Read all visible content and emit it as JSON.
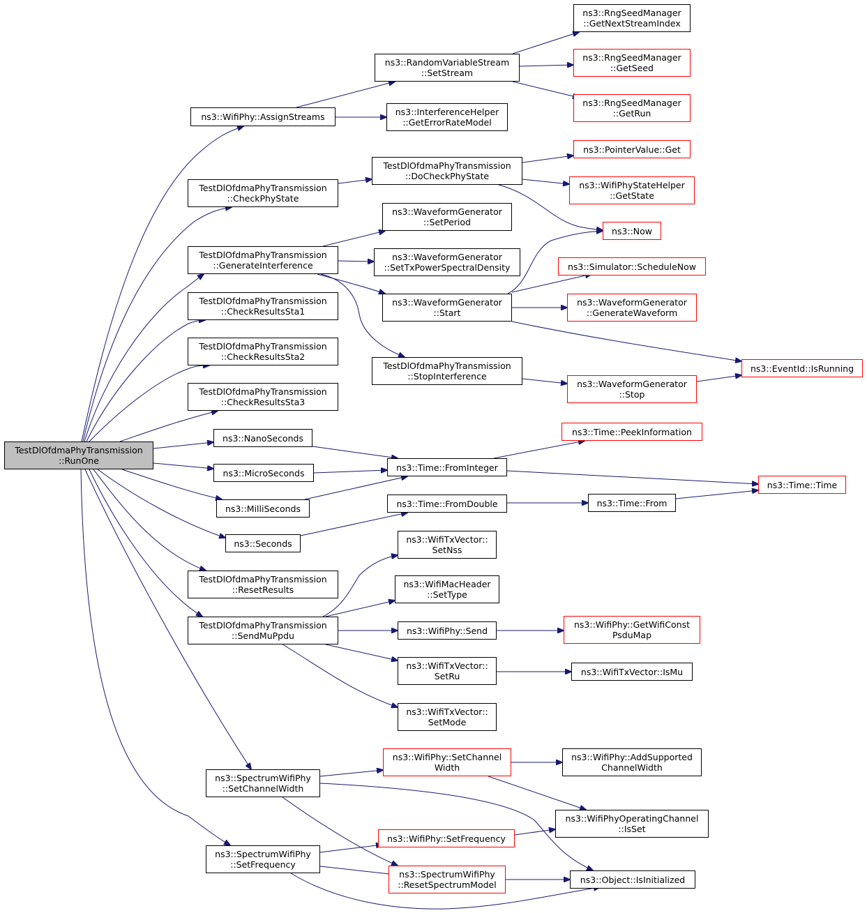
{
  "colors": {
    "edge": "#191970",
    "node_border": "#000000",
    "external_border": "#ff0000",
    "root_fill": "#bfbfbf"
  },
  "nodes": [
    {
      "id": "runone",
      "l1": "TestDlOfdmaPhyTransmission",
      "l2": "::RunOne",
      "style": "root"
    },
    {
      "id": "assignstreams",
      "l1": "ns3::WifiPhy::AssignStreams",
      "l2": "",
      "style": "black"
    },
    {
      "id": "checkphystate",
      "l1": "TestDlOfdmaPhyTransmission",
      "l2": "::CheckPhyState",
      "style": "black"
    },
    {
      "id": "generateinterference",
      "l1": "TestDlOfdmaPhyTransmission",
      "l2": "::GenerateInterference",
      "style": "black"
    },
    {
      "id": "checkresultssta1",
      "l1": "TestDlOfdmaPhyTransmission",
      "l2": "::CheckResultsSta1",
      "style": "black"
    },
    {
      "id": "checkresultssta2",
      "l1": "TestDlOfdmaPhyTransmission",
      "l2": "::CheckResultsSta2",
      "style": "black"
    },
    {
      "id": "checkresultssta3",
      "l1": "TestDlOfdmaPhyTransmission",
      "l2": "::CheckResultsSta3",
      "style": "black"
    },
    {
      "id": "nanoseconds",
      "l1": "ns3::NanoSeconds",
      "l2": "",
      "style": "black"
    },
    {
      "id": "microseconds",
      "l1": "ns3::MicroSeconds",
      "l2": "",
      "style": "black"
    },
    {
      "id": "milliseconds",
      "l1": "ns3::MilliSeconds",
      "l2": "",
      "style": "black"
    },
    {
      "id": "seconds",
      "l1": "ns3::Seconds",
      "l2": "",
      "style": "black"
    },
    {
      "id": "resetresults",
      "l1": "TestDlOfdmaPhyTransmission",
      "l2": "::ResetResults",
      "style": "black"
    },
    {
      "id": "sendmuppdu",
      "l1": "TestDlOfdmaPhyTransmission",
      "l2": "::SendMuPpdu",
      "style": "black"
    },
    {
      "id": "setchannelwidth",
      "l1": "ns3::SpectrumWifiPhy",
      "l2": "::SetChannelWidth",
      "style": "black"
    },
    {
      "id": "setfrequency",
      "l1": "ns3::SpectrumWifiPhy",
      "l2": "::SetFrequency",
      "style": "black"
    },
    {
      "id": "setstream",
      "l1": "ns3::RandomVariableStream",
      "l2": "::SetStream",
      "style": "black"
    },
    {
      "id": "geterrorratemodel",
      "l1": "ns3::InterferenceHelper",
      "l2": "::GetErrorRateModel",
      "style": "black"
    },
    {
      "id": "docheckphystate",
      "l1": "TestDlOfdmaPhyTransmission",
      "l2": "::DoCheckPhyState",
      "style": "black"
    },
    {
      "id": "setperiod",
      "l1": "ns3::WaveformGenerator",
      "l2": "::SetPeriod",
      "style": "black"
    },
    {
      "id": "settxpsd",
      "l1": "ns3::WaveformGenerator",
      "l2": "::SetTxPowerSpectralDensity",
      "style": "black"
    },
    {
      "id": "wgstart",
      "l1": "ns3::WaveformGenerator",
      "l2": "::Start",
      "style": "black"
    },
    {
      "id": "stopinterference",
      "l1": "TestDlOfdmaPhyTransmission",
      "l2": "::StopInterference",
      "style": "black"
    },
    {
      "id": "fromint",
      "l1": "ns3::Time::FromInteger",
      "l2": "",
      "style": "black"
    },
    {
      "id": "fromdouble",
      "l1": "ns3::Time::FromDouble",
      "l2": "",
      "style": "black"
    },
    {
      "id": "setnss",
      "l1": "ns3::WifiTxVector::",
      "l2": "SetNss",
      "style": "black"
    },
    {
      "id": "settype",
      "l1": "ns3::WifiMacHeader",
      "l2": "::SetType",
      "style": "black"
    },
    {
      "id": "wifiphysend",
      "l1": "ns3::WifiPhy::Send",
      "l2": "",
      "style": "black"
    },
    {
      "id": "setru",
      "l1": "ns3::WifiTxVector::",
      "l2": "SetRu",
      "style": "black"
    },
    {
      "id": "setmode",
      "l1": "ns3::WifiTxVector::",
      "l2": "SetMode",
      "style": "black"
    },
    {
      "id": "wpsetchannelwidth",
      "l1": "ns3::WifiPhy::SetChannel",
      "l2": "Width",
      "style": "red"
    },
    {
      "id": "wpsetfrequency",
      "l1": "ns3::WifiPhy::SetFrequency",
      "l2": "",
      "style": "red"
    },
    {
      "id": "resetspectrummodel",
      "l1": "ns3::SpectrumWifiPhy",
      "l2": "::ResetSpectrumModel",
      "style": "red"
    },
    {
      "id": "getnextstreamindex",
      "l1": "ns3::RngSeedManager",
      "l2": "::GetNextStreamIndex",
      "style": "black"
    },
    {
      "id": "getseed",
      "l1": "ns3::RngSeedManager",
      "l2": "::GetSeed",
      "style": "red"
    },
    {
      "id": "getrun",
      "l1": "ns3::RngSeedManager",
      "l2": "::GetRun",
      "style": "red"
    },
    {
      "id": "pointervalueget",
      "l1": "ns3::PointerValue::Get",
      "l2": "",
      "style": "red"
    },
    {
      "id": "getstate",
      "l1": "ns3::WifiPhyStateHelper",
      "l2": "::GetState",
      "style": "red"
    },
    {
      "id": "now",
      "l1": "ns3::Now",
      "l2": "",
      "style": "red"
    },
    {
      "id": "schedulenow",
      "l1": "ns3::Simulator::ScheduleNow",
      "l2": "",
      "style": "red"
    },
    {
      "id": "generatewaveform",
      "l1": "ns3::WaveformGenerator",
      "l2": "::GenerateWaveform",
      "style": "red"
    },
    {
      "id": "wgstop",
      "l1": "ns3::WaveformGenerator",
      "l2": "::Stop",
      "style": "red"
    },
    {
      "id": "isrunning",
      "l1": "ns3::EventId::IsRunning",
      "l2": "",
      "style": "red"
    },
    {
      "id": "peekinformation",
      "l1": "ns3::Time::PeekInformation",
      "l2": "",
      "style": "red"
    },
    {
      "id": "timetime",
      "l1": "ns3::Time::Time",
      "l2": "",
      "style": "red"
    },
    {
      "id": "timefrom",
      "l1": "ns3::Time::From",
      "l2": "",
      "style": "black"
    },
    {
      "id": "getwificonstpsdumap",
      "l1": "ns3::WifiPhy::GetWifiConst",
      "l2": "PsduMap",
      "style": "red"
    },
    {
      "id": "ismu",
      "l1": "ns3::WifiTxVector::IsMu",
      "l2": "",
      "style": "black"
    },
    {
      "id": "addsupportedchannelwidth",
      "l1": "ns3::WifiPhy::AddSupported",
      "l2": "ChannelWidth",
      "style": "black"
    },
    {
      "id": "isset",
      "l1": "ns3::WifiPhyOperatingChannel",
      "l2": "::IsSet",
      "style": "black"
    },
    {
      "id": "isinitialized",
      "l1": "ns3::Object::IsInitialized",
      "l2": "",
      "style": "black"
    }
  ],
  "edges": [
    [
      "runone",
      "assignstreams"
    ],
    [
      "runone",
      "checkphystate"
    ],
    [
      "runone",
      "generateinterference"
    ],
    [
      "runone",
      "checkresultssta1"
    ],
    [
      "runone",
      "checkresultssta2"
    ],
    [
      "runone",
      "checkresultssta3"
    ],
    [
      "runone",
      "nanoseconds"
    ],
    [
      "runone",
      "microseconds"
    ],
    [
      "runone",
      "milliseconds"
    ],
    [
      "runone",
      "seconds"
    ],
    [
      "runone",
      "resetresults"
    ],
    [
      "runone",
      "sendmuppdu"
    ],
    [
      "runone",
      "setchannelwidth"
    ],
    [
      "runone",
      "setfrequency"
    ],
    [
      "assignstreams",
      "setstream"
    ],
    [
      "assignstreams",
      "geterrorratemodel"
    ],
    [
      "setstream",
      "getnextstreamindex"
    ],
    [
      "setstream",
      "getseed"
    ],
    [
      "setstream",
      "getrun"
    ],
    [
      "checkphystate",
      "docheckphystate"
    ],
    [
      "docheckphystate",
      "pointervalueget"
    ],
    [
      "docheckphystate",
      "getstate"
    ],
    [
      "docheckphystate",
      "now"
    ],
    [
      "generateinterference",
      "setperiod"
    ],
    [
      "generateinterference",
      "settxpsd"
    ],
    [
      "generateinterference",
      "wgstart"
    ],
    [
      "generateinterference",
      "stopinterference"
    ],
    [
      "wgstart",
      "now"
    ],
    [
      "wgstart",
      "schedulenow"
    ],
    [
      "wgstart",
      "generatewaveform"
    ],
    [
      "wgstart",
      "isrunning"
    ],
    [
      "stopinterference",
      "wgstop"
    ],
    [
      "wgstop",
      "isrunning"
    ],
    [
      "nanoseconds",
      "fromint"
    ],
    [
      "microseconds",
      "fromint"
    ],
    [
      "milliseconds",
      "fromint"
    ],
    [
      "fromint",
      "peekinformation"
    ],
    [
      "fromint",
      "timetime"
    ],
    [
      "seconds",
      "fromdouble"
    ],
    [
      "fromdouble",
      "timefrom"
    ],
    [
      "timefrom",
      "timetime"
    ],
    [
      "sendmuppdu",
      "setnss"
    ],
    [
      "sendmuppdu",
      "settype"
    ],
    [
      "sendmuppdu",
      "wifiphysend"
    ],
    [
      "sendmuppdu",
      "setru"
    ],
    [
      "sendmuppdu",
      "setmode"
    ],
    [
      "wifiphysend",
      "getwificonstpsdumap"
    ],
    [
      "setru",
      "ismu"
    ],
    [
      "setchannelwidth",
      "wpsetchannelwidth"
    ],
    [
      "setchannelwidth",
      "resetspectrummodel"
    ],
    [
      "setchannelwidth",
      "isinitialized"
    ],
    [
      "wpsetchannelwidth",
      "addsupportedchannelwidth"
    ],
    [
      "wpsetchannelwidth",
      "isset"
    ],
    [
      "setfrequency",
      "wpsetfrequency"
    ],
    [
      "setfrequency",
      "resetspectrummodel"
    ],
    [
      "setfrequency",
      "isinitialized"
    ],
    [
      "wpsetfrequency",
      "isset"
    ],
    [
      "resetspectrummodel",
      "isinitialized"
    ]
  ]
}
